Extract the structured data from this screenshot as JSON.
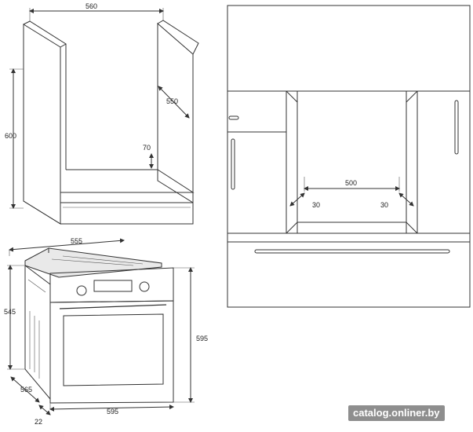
{
  "cabinet": {
    "width_label": "560",
    "height_label": "600",
    "depth_label": "550",
    "vent_label": "70"
  },
  "oven": {
    "top_width_label": "555",
    "side_height_label": "545",
    "front_height_label": "595",
    "depth_label": "565",
    "door_label": "22",
    "front_width_label": "595"
  },
  "niche": {
    "width_label": "500",
    "left_gap_label": "30",
    "right_gap_label": "30"
  },
  "watermark": "catalog.onliner.by"
}
